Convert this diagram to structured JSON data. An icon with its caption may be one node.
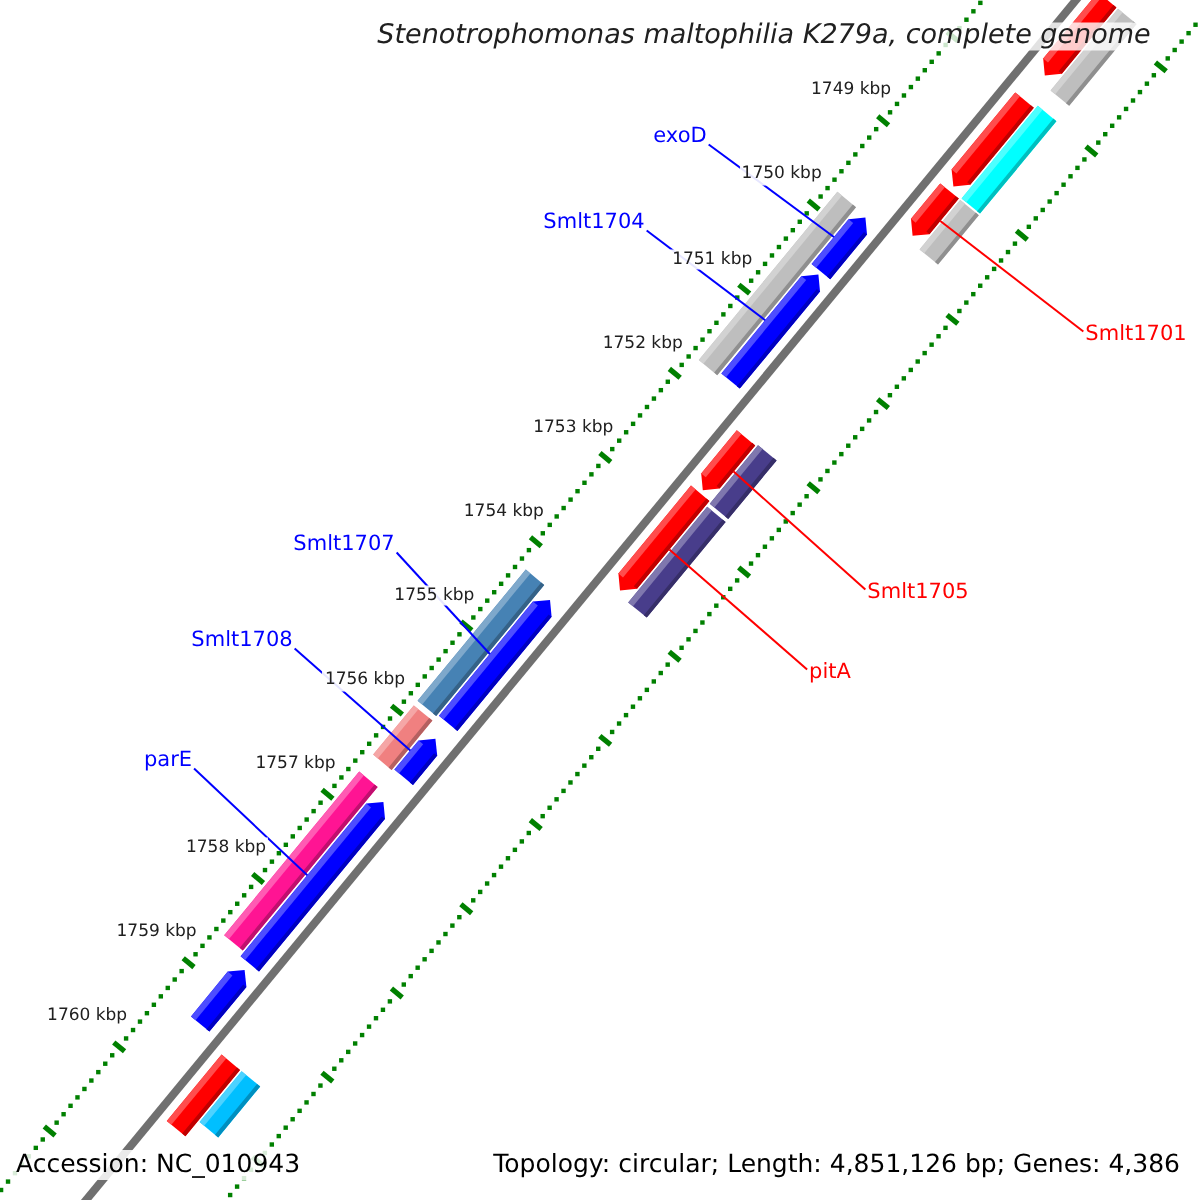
{
  "diagram": {
    "title": "Stenotrophomonas maltophilia K279a, complete genome",
    "nodes": [
      {
        "text": [
          "exoD"
        ]
      },
      {
        "text": [
          "Smlt1704"
        ]
      },
      {
        "text": [
          "Smlt1701"
        ]
      },
      {
        "text": [
          "Smlt1707"
        ]
      },
      {
        "text": [
          "Smlt1705"
        ]
      },
      {
        "text": [
          "Smlt1708"
        ]
      },
      {
        "text": [
          "pitA"
        ]
      },
      {
        "text": [
          "parE"
        ]
      },
      {
        "text": [],
        "shape": "bar"
      },
      {
        "text": [],
        "shape": "bar"
      },
      {
        "text": [],
        "shape": "bar"
      },
      {
        "text": [],
        "shape": "bar"
      },
      {
        "text": [],
        "shape": "bar"
      },
      {
        "text": [],
        "shape": "bar"
      },
      {
        "text": [],
        "shape": "bar"
      },
      {
        "text": [],
        "shape": "bar"
      },
      {
        "text": [],
        "shape": "bar"
      },
      {
        "text": [],
        "shape": "bar"
      },
      {
        "text": [],
        "shape": "bar"
      },
      {
        "text": [],
        "shape": "bar"
      },
      {
        "text": [],
        "shape": "bar"
      },
      {
        "text": [],
        "shape": "bar"
      },
      {
        "text": [],
        "shape": "bar"
      },
      {
        "text": [],
        "shape": "bar"
      },
      {
        "text": [],
        "shape": "bar"
      },
      {
        "text": [],
        "shape": "bar"
      },
      {
        "text": [],
        "shape": "bar"
      },
      {
        "text": [],
        "shape": "bar"
      },
      {
        "text": [],
        "shape": "bar"
      },
      {
        "text": [],
        "shape": "bar"
      }
    ],
    "edges": [
      {
        "from": 0,
        "to": 15,
        "arrow": "none"
      },
      {
        "from": 1,
        "to": 16,
        "arrow": "none"
      },
      {
        "from": 2,
        "to": 12,
        "arrow": "none",
        "color": "#ff0000"
      },
      {
        "from": 3,
        "to": 22,
        "arrow": "none"
      },
      {
        "from": 4,
        "to": 17,
        "arrow": "none",
        "color": "#ff0000"
      },
      {
        "from": 5,
        "to": 24,
        "arrow": "none"
      },
      {
        "from": 6,
        "to": 19,
        "arrow": "none",
        "color": "#ff0000"
      },
      {
        "from": 7,
        "to": 26,
        "arrow": "none"
      }
    ],
    "labels": [
      "1749 kbp",
      "1750 kbp",
      "1751 kbp",
      "1752 kbp",
      "1753 kbp",
      "1754 kbp",
      "1755 kbp",
      "1756 kbp",
      "1757 kbp",
      "1758 kbp",
      "1759 kbp",
      "1760 kbp",
      "Accession: NC_010943",
      "Topology: circular; Length: 4,851,126 bp; Genes: 4,386"
    ]
  }
}
